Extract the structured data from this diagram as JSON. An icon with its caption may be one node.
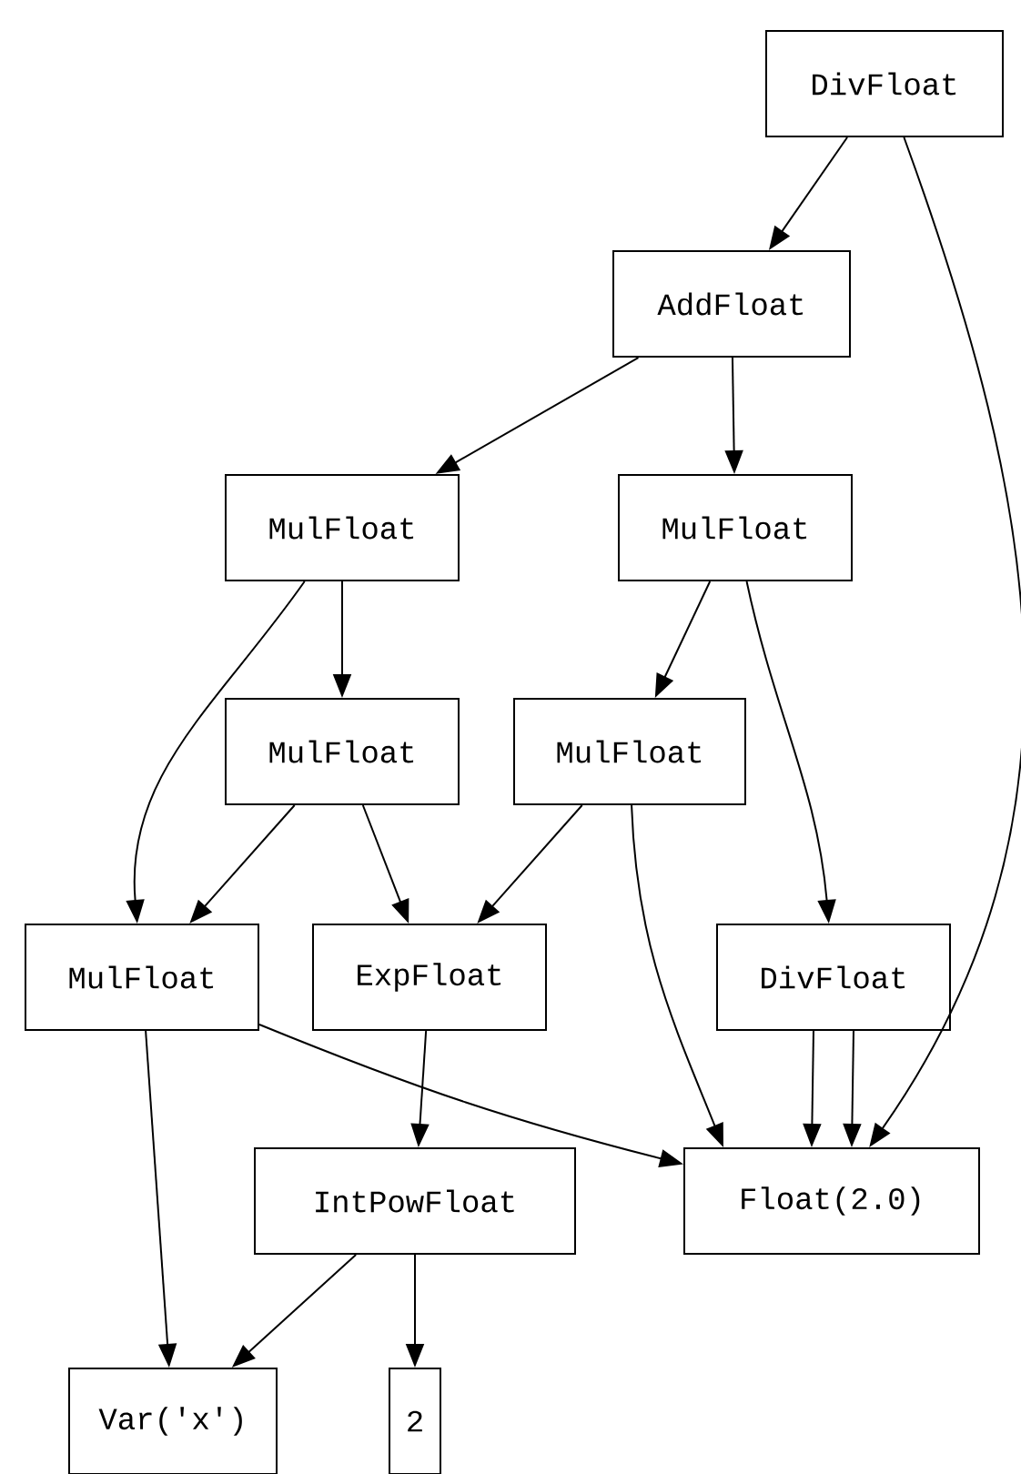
{
  "diagram": {
    "nodes": [
      {
        "text": [
          "DivFloat"
        ]
      },
      {
        "text": [
          "AddFloat"
        ]
      },
      {
        "text": [
          "MulFloat"
        ]
      },
      {
        "text": [
          "MulFloat"
        ]
      },
      {
        "text": [
          "MulFloat"
        ]
      },
      {
        "text": [
          "MulFloat"
        ]
      },
      {
        "text": [
          "MulFloat"
        ]
      },
      {
        "text": [
          "ExpFloat"
        ]
      },
      {
        "text": [
          "DivFloat"
        ]
      },
      {
        "text": [
          "IntPowFloat"
        ]
      },
      {
        "text": [
          "Float(2.0)"
        ]
      },
      {
        "text": [
          "Var('x')"
        ]
      },
      {
        "text": [
          "2"
        ]
      }
    ],
    "edges": [
      {
        "from": 0,
        "to": 1,
        "arrow": "to"
      },
      {
        "from": 0,
        "to": 10,
        "arrow": "to"
      },
      {
        "from": 1,
        "to": 2,
        "arrow": "to"
      },
      {
        "from": 1,
        "to": 3,
        "arrow": "to"
      },
      {
        "from": 2,
        "to": 6,
        "arrow": "to"
      },
      {
        "from": 2,
        "to": 4,
        "arrow": "to"
      },
      {
        "from": 3,
        "to": 5,
        "arrow": "to"
      },
      {
        "from": 3,
        "to": 8,
        "arrow": "to"
      },
      {
        "from": 4,
        "to": 6,
        "arrow": "to"
      },
      {
        "from": 4,
        "to": 7,
        "arrow": "to"
      },
      {
        "from": 5,
        "to": 7,
        "arrow": "to"
      },
      {
        "from": 5,
        "to": 10,
        "arrow": "to"
      },
      {
        "from": 6,
        "to": 11,
        "arrow": "to"
      },
      {
        "from": 6,
        "to": 10,
        "arrow": "to"
      },
      {
        "from": 7,
        "to": 9,
        "arrow": "to"
      },
      {
        "from": 8,
        "to": 10,
        "arrow": "to"
      },
      {
        "from": 8,
        "to": 10,
        "arrow": "to"
      },
      {
        "from": 9,
        "to": 11,
        "arrow": "to"
      },
      {
        "from": 9,
        "to": 12,
        "arrow": "to"
      }
    ]
  }
}
